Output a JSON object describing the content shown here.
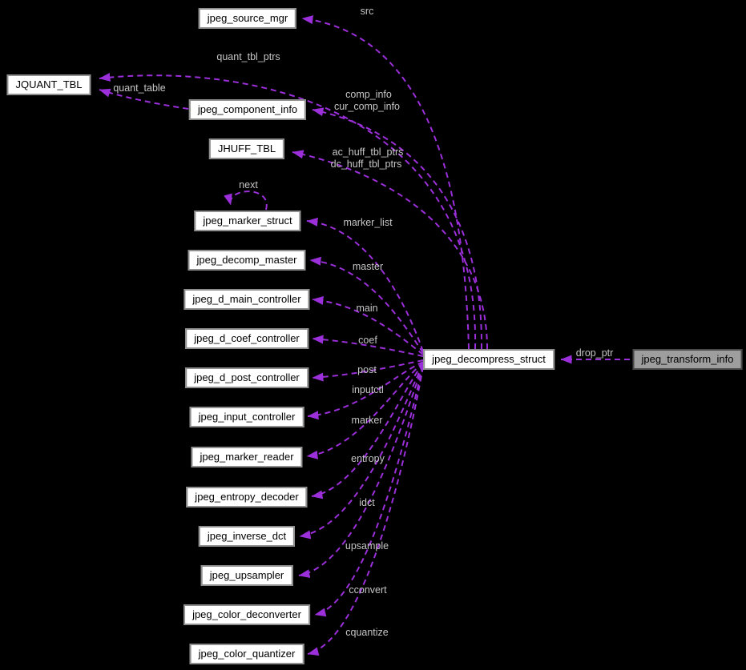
{
  "diagram": {
    "type": "collaboration-graph",
    "background_color": "#000000",
    "edge_color": "#9b2fd9",
    "edge_style": "dashed",
    "edge_label_color": "#c6c6c6",
    "node_fill": "#ffffff",
    "node_border": "#8f8f8f",
    "highlight_node_fill": "#9e9e9e",
    "highlight_node_border": "#4a4a4a",
    "center_node": "jpeg_decompress_struct"
  },
  "nodes": {
    "source_mgr": {
      "label": "jpeg_source_mgr"
    },
    "jquant_tbl": {
      "label": "JQUANT_TBL"
    },
    "component_info": {
      "label": "jpeg_component_info"
    },
    "jhuff_tbl": {
      "label": "JHUFF_TBL"
    },
    "marker_struct": {
      "label": "jpeg_marker_struct"
    },
    "decomp_master": {
      "label": "jpeg_decomp_master"
    },
    "d_main_controller": {
      "label": "jpeg_d_main_controller"
    },
    "d_coef_controller": {
      "label": "jpeg_d_coef_controller"
    },
    "d_post_controller": {
      "label": "jpeg_d_post_controller"
    },
    "input_controller": {
      "label": "jpeg_input_controller"
    },
    "marker_reader": {
      "label": "jpeg_marker_reader"
    },
    "entropy_decoder": {
      "label": "jpeg_entropy_decoder"
    },
    "inverse_dct": {
      "label": "jpeg_inverse_dct"
    },
    "upsampler": {
      "label": "jpeg_upsampler"
    },
    "color_deconverter": {
      "label": "jpeg_color_deconverter"
    },
    "color_quantizer": {
      "label": "jpeg_color_quantizer"
    },
    "decompress_struct": {
      "label": "jpeg_decompress_struct"
    },
    "transform_info": {
      "label": "jpeg_transform_info"
    }
  },
  "labels": {
    "src": "src",
    "quant_tbl_ptrs": "quant_tbl_ptrs",
    "quant_table": "quant_table",
    "comp_info_line1": "comp_info",
    "comp_info_line2": "cur_comp_info",
    "huff_line1": "ac_huff_tbl_ptrs",
    "huff_line2": "dc_huff_tbl_ptrs",
    "next": "next",
    "marker_list": "marker_list",
    "master": "master",
    "main": "main",
    "coef": "coef",
    "post": "post",
    "inputctl": "inputctl",
    "marker": "marker",
    "entropy": "entropy",
    "idct": "idct",
    "upsample": "upsample",
    "cconvert": "cconvert",
    "cquantize": "cquantize",
    "drop_ptr": "drop_ptr"
  }
}
